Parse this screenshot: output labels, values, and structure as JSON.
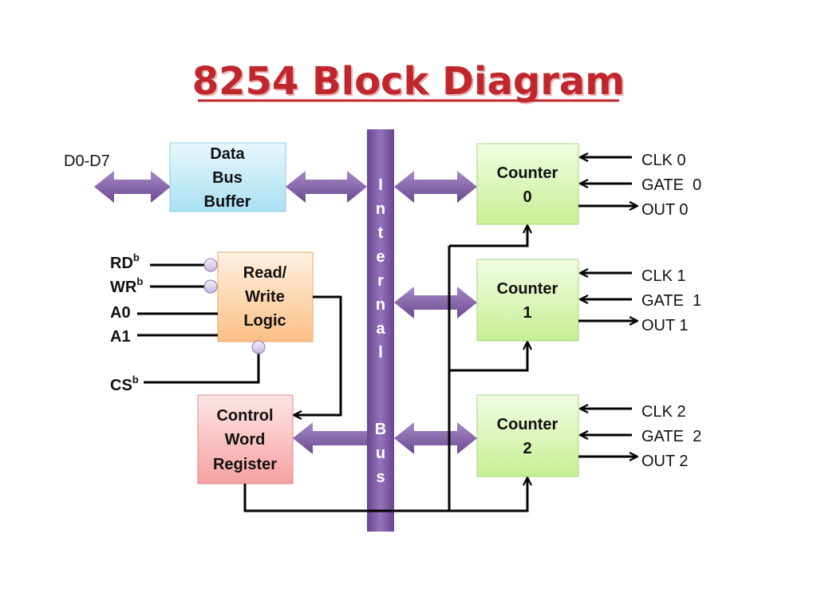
{
  "title": "8254 Block Diagram",
  "data_port_label": "D0-D7",
  "blocks": {
    "data_bus_buffer": [
      "Data",
      "Bus",
      "Buffer"
    ],
    "read_write_logic": [
      "Read/",
      "Write",
      "Logic"
    ],
    "control_word_register": [
      "Control",
      "Word",
      "Register"
    ],
    "counter0": [
      "Counter",
      "0"
    ],
    "counter1": [
      "Counter",
      "1"
    ],
    "counter2": [
      "Counter",
      "2"
    ]
  },
  "internal_bus_letters": [
    "I",
    "n",
    "t",
    "e",
    "r",
    "n",
    "a",
    "l",
    "B",
    "u",
    "s"
  ],
  "control_pins": {
    "rd": {
      "base": "RD",
      "sup": "b"
    },
    "wr": {
      "base": "WR",
      "sup": "b"
    },
    "a0": "A0",
    "a1": "A1",
    "cs": {
      "base": "CS",
      "sup": "b"
    }
  },
  "counter_signals": {
    "c0": [
      "CLK 0",
      "GATE  0",
      "OUT 0"
    ],
    "c1": [
      "CLK 1",
      "GATE  1",
      "OUT 1"
    ],
    "c2": [
      "CLK 2",
      "GATE  2",
      "OUT 2"
    ]
  },
  "colors": {
    "title": "#c0272d",
    "bus": "#7b529f",
    "data_bus_buffer": "#bfe9f7",
    "read_write_logic": "#fdd6b0",
    "control_word_register": "#f9b8b8",
    "counter": "#d8f5b0"
  }
}
